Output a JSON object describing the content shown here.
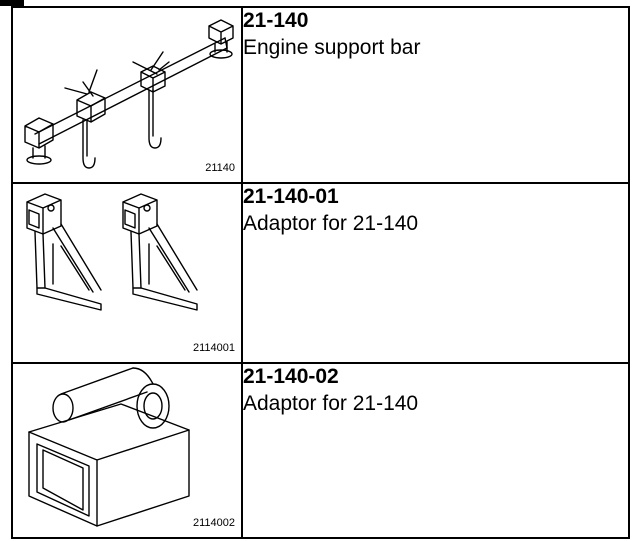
{
  "tools": [
    {
      "part_number": "21-140",
      "description": "Engine support bar",
      "figure_code": "21140"
    },
    {
      "part_number": "21-140-01",
      "description": "Adaptor for 21-140",
      "figure_code": "2114001"
    },
    {
      "part_number": "21-140-02",
      "description": "Adaptor for 21-140",
      "figure_code": "2114002"
    }
  ]
}
